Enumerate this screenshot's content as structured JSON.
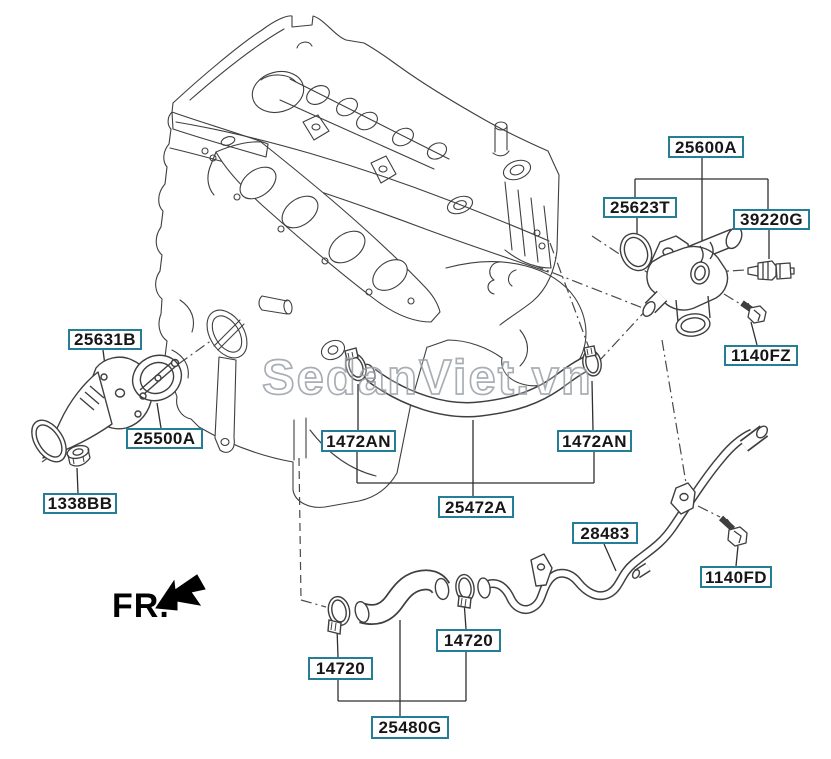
{
  "diagram": {
    "watermark": "SedanViet.vn",
    "direction_indicator": "FR.",
    "part_labels": [
      {
        "code": "25600A"
      },
      {
        "code": "25623T"
      },
      {
        "code": "39220G"
      },
      {
        "code": "1140FZ"
      },
      {
        "code": "25631B"
      },
      {
        "code": "25500A"
      },
      {
        "code": "1338BB"
      },
      {
        "code": "1472AN"
      },
      {
        "code": "1472AN"
      },
      {
        "code": "25472A"
      },
      {
        "code": "28483"
      },
      {
        "code": "1140FD"
      },
      {
        "code": "14720"
      },
      {
        "code": "14720"
      },
      {
        "code": "25480G"
      }
    ],
    "colors": {
      "label_border": "#267e96",
      "line_art": "#3f3f3f",
      "leader_line": "#2f2f2f",
      "watermark": "#9aa1a7",
      "front_arrow": "#000000",
      "background": "#ffffff"
    }
  }
}
